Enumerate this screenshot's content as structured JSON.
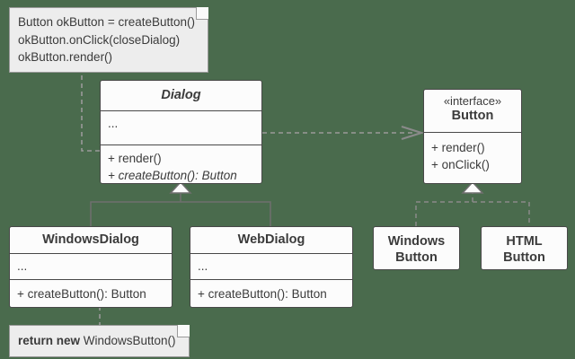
{
  "diagram": {
    "title": "Factory Method pattern UML class diagram",
    "background_color": "#4a6b4d",
    "box_fill": "#fcfcfc",
    "box_stroke": "#484848",
    "note_fill": "#ededed",
    "note_stroke": "#9a9a9a",
    "edge_color": "#8a8a8a",
    "solid_edge_color": "#6f6f6f"
  },
  "notes": {
    "code_note": {
      "lines": [
        "Button okButton = createButton()",
        "okButton.onClick(closeDialog)",
        "okButton.render()"
      ]
    },
    "return_note": {
      "keyword": "return new",
      "rest": " WindowsButton()"
    }
  },
  "classes": {
    "dialog": {
      "name": "Dialog",
      "abstract": true,
      "attributes": "...",
      "operations": [
        {
          "label": "+ render()",
          "abstract": false
        },
        {
          "label": "+ createButton(): Button",
          "abstract": true
        }
      ]
    },
    "button": {
      "stereotype": "«interface»",
      "name": "Button",
      "operations": [
        {
          "label": "+ render()",
          "abstract": false
        },
        {
          "label": "+ onClick()",
          "abstract": false
        }
      ]
    },
    "windows_dialog": {
      "name": "WindowsDialog",
      "attributes": "...",
      "operations": [
        {
          "label": "+ createButton(): Button",
          "abstract": false
        }
      ]
    },
    "web_dialog": {
      "name": "WebDialog",
      "attributes": "...",
      "operations": [
        {
          "label": "+ createButton(): Button",
          "abstract": false
        }
      ]
    },
    "windows_button": {
      "name_line1": "Windows",
      "name_line2": "Button"
    },
    "html_button": {
      "name_line1": "HTML",
      "name_line2": "Button"
    }
  },
  "relationships": [
    {
      "type": "dependency",
      "from": "Dialog",
      "to": "Button",
      "style": "dashed-open-arrow"
    },
    {
      "type": "generalization",
      "from": "WindowsDialog",
      "to": "Dialog",
      "style": "solid-hollow-triangle"
    },
    {
      "type": "generalization",
      "from": "WebDialog",
      "to": "Dialog",
      "style": "solid-hollow-triangle"
    },
    {
      "type": "realization",
      "from": "WindowsButton",
      "to": "Button",
      "style": "dashed-hollow-triangle"
    },
    {
      "type": "realization",
      "from": "HTMLButton",
      "to": "Button",
      "style": "dashed-hollow-triangle"
    },
    {
      "type": "note-anchor",
      "from": "code_note",
      "to": "Dialog",
      "style": "dashed"
    },
    {
      "type": "note-anchor",
      "from": "return_note",
      "to": "WindowsDialog",
      "style": "dashed"
    }
  ]
}
